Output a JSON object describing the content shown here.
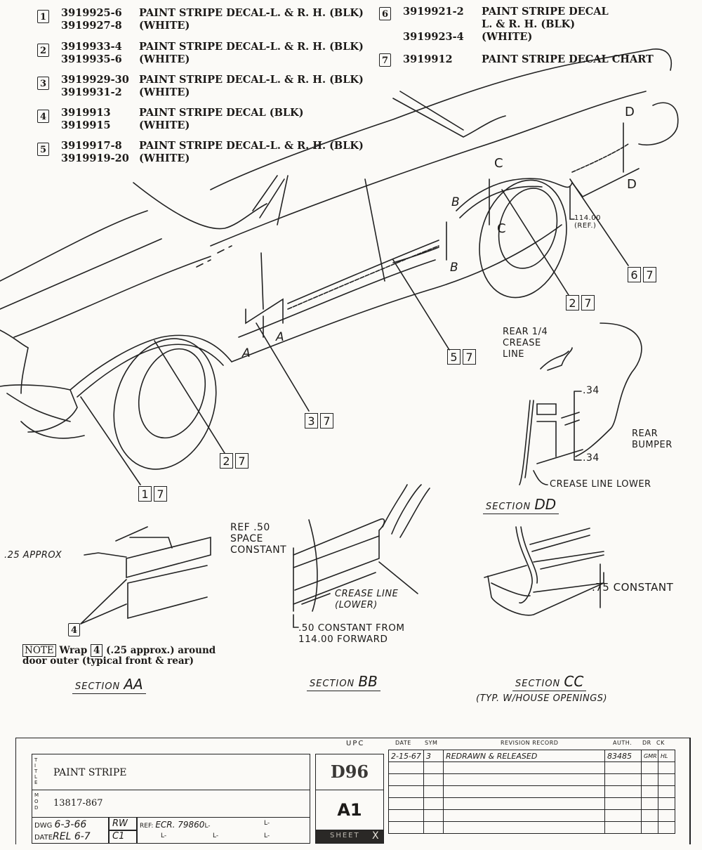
{
  "parts_legend": [
    {
      "num": "1",
      "part_numbers": [
        "3919925-6",
        "3919927-8"
      ],
      "description": [
        "PAINT STRIPE DECAL-L. & R. H. (BLK)",
        "(WHITE)"
      ]
    },
    {
      "num": "2",
      "part_numbers": [
        "3919933-4",
        "3919935-6"
      ],
      "description": [
        "PAINT STRIPE DECAL-L. & R. H. (BLK)",
        "(WHITE)"
      ]
    },
    {
      "num": "3",
      "part_numbers": [
        "3919929-30",
        "3919931-2"
      ],
      "description": [
        "PAINT STRIPE DECAL-L. & R. H. (BLK)",
        "(WHITE)"
      ]
    },
    {
      "num": "4",
      "part_numbers": [
        "3919913",
        "3919915"
      ],
      "description": [
        "PAINT STRIPE DECAL (BLK)",
        "(WHITE)"
      ]
    },
    {
      "num": "5",
      "part_numbers": [
        "3919917-8",
        "3919919-20"
      ],
      "description": [
        "PAINT STRIPE DECAL-L. & R. H. (BLK)",
        "(WHITE)"
      ]
    },
    {
      "num": "6",
      "part_numbers": [
        "3919921-2",
        "",
        "3919923-4"
      ],
      "description": [
        "PAINT STRIPE DECAL",
        "L. & R. H. (BLK)",
        "(WHITE)"
      ]
    },
    {
      "num": "7",
      "part_numbers": [
        "3919912"
      ],
      "description": [
        "PAINT STRIPE DECAL CHART"
      ]
    }
  ],
  "main_view": {
    "callouts": [
      {
        "items": [
          "1",
          "7"
        ]
      },
      {
        "items": [
          "2",
          "7"
        ]
      },
      {
        "items": [
          "3",
          "7"
        ]
      },
      {
        "items": [
          "5",
          "7"
        ]
      },
      {
        "items": [
          "2",
          "7"
        ]
      },
      {
        "items": [
          "6",
          "7"
        ]
      }
    ],
    "section_markers": [
      "A",
      "A",
      "A",
      "A",
      "B",
      "B",
      "C",
      "C",
      "D",
      "D"
    ],
    "dimension_label": [
      "114.00",
      "(REF.)"
    ]
  },
  "section_dd": {
    "labels": {
      "rear_quarter": [
        "REAR 1/4",
        "CREASE",
        "LINE"
      ],
      "dim_top": ".34",
      "dim_bottom": ".34",
      "rear_bumper": [
        "REAR",
        "BUMPER"
      ],
      "crease_lower": "CREASE LINE LOWER"
    },
    "title_prefix": "SECTION",
    "title_letters": "DD"
  },
  "section_aa": {
    "approx_label": ".25 APPROX",
    "callout": "4",
    "note_label": "NOTE",
    "note_text_1": "Wrap",
    "note_ref": "4",
    "note_text_2": "(.25 approx.) around",
    "note_text_3": "door outer (typical front & rear)",
    "title_prefix": "SECTION",
    "title_letters": "AA"
  },
  "section_bb": {
    "ref_label": [
      "REF .50",
      "SPACE",
      "CONSTANT"
    ],
    "crease_label": [
      "CREASE LINE",
      "(LOWER)"
    ],
    "constant_label": [
      ".50 CONSTANT FROM",
      "114.00 FORWARD"
    ],
    "title_prefix": "SECTION",
    "title_letters": "BB"
  },
  "section_cc": {
    "dimension_label": ".75 CONSTANT",
    "title_prefix": "SECTION",
    "title_letters": "CC",
    "subtitle": "(TYP. W/HOUSE OPENINGS)"
  },
  "title_block": {
    "title_side_label": "TITLE",
    "title": "PAINT STRIPE",
    "mod_side_label": "MOD",
    "mod_number": "13817-867",
    "dwg_date_label": "DWG",
    "dwg_date": "6-3-66",
    "date_label": "DATE",
    "rel_date": "REL 6-7",
    "drawn_by": "RW",
    "checked_by": "C1",
    "ref_label": "REF:",
    "ref_value": "ECR. 79860",
    "ref_slots": [
      "L-",
      "L-",
      "L-",
      "L-",
      "L-"
    ],
    "upc_label": "UPC",
    "upc_code": "D96",
    "sheet_code": "A1",
    "sheet_label": "SHEET",
    "sheet_value": "X"
  },
  "revision_record": {
    "headers": [
      "DATE",
      "SYM",
      "REVISION RECORD",
      "AUTH.",
      "DR",
      "CK"
    ],
    "rows": [
      {
        "date": "2-15-67",
        "sym": "3",
        "record": "REDRAWN & RELEASED",
        "auth": "83485",
        "dr": "GMR",
        "ck": "HL"
      },
      {
        "date": "",
        "sym": "",
        "record": "",
        "auth": "",
        "dr": "",
        "ck": ""
      },
      {
        "date": "",
        "sym": "",
        "record": "",
        "auth": "",
        "dr": "",
        "ck": ""
      },
      {
        "date": "",
        "sym": "",
        "record": "",
        "auth": "",
        "dr": "",
        "ck": ""
      },
      {
        "date": "",
        "sym": "",
        "record": "",
        "auth": "",
        "dr": "",
        "ck": ""
      },
      {
        "date": "",
        "sym": "",
        "record": "",
        "auth": "",
        "dr": "",
        "ck": ""
      },
      {
        "date": "",
        "sym": "",
        "record": "",
        "auth": "",
        "dr": "",
        "ck": ""
      }
    ]
  }
}
